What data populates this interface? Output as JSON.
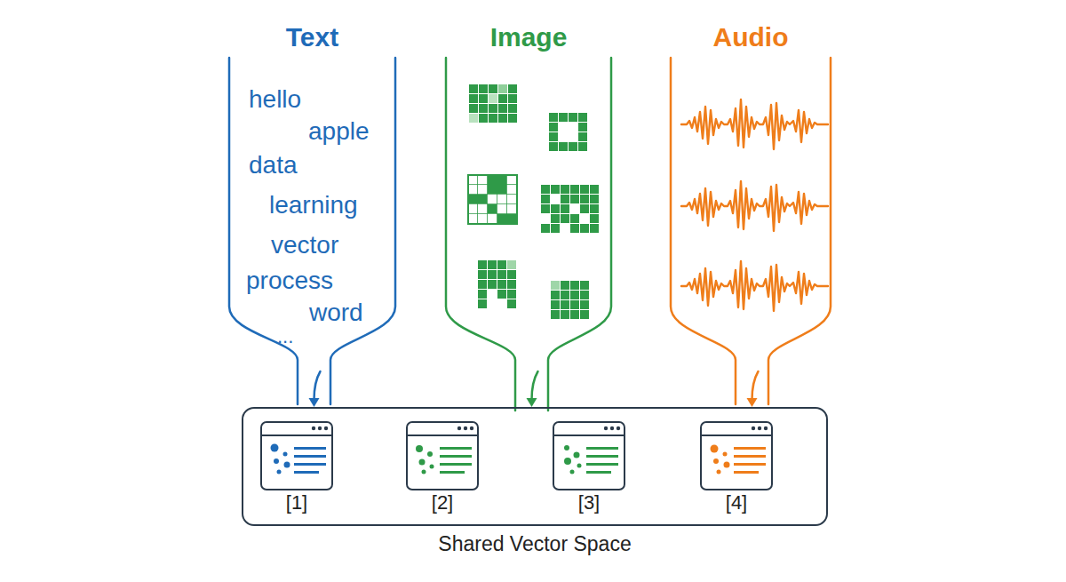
{
  "diagram": {
    "nodes": [
      {
        "text": [
          "Text",
          "hello",
          "apple",
          "data",
          "learning",
          "vector",
          "process",
          "word",
          "..."
        ]
      },
      {
        "text": [
          "Image"
        ]
      },
      {
        "text": [
          "Audio"
        ]
      },
      {
        "text": [
          "Shared Vector Space"
        ]
      },
      {
        "text": [
          "[1]"
        ],
        "in": 3
      },
      {
        "text": [
          "[2]"
        ],
        "in": 3
      },
      {
        "text": [
          "[3]"
        ],
        "in": 3
      },
      {
        "text": [
          "[4]"
        ],
        "in": 3
      }
    ],
    "edges": [
      {
        "from": 0,
        "to": 3,
        "arrow": "to"
      },
      {
        "from": 1,
        "to": 3,
        "arrow": "to"
      },
      {
        "from": 2,
        "to": 3,
        "arrow": "to"
      }
    ]
  }
}
